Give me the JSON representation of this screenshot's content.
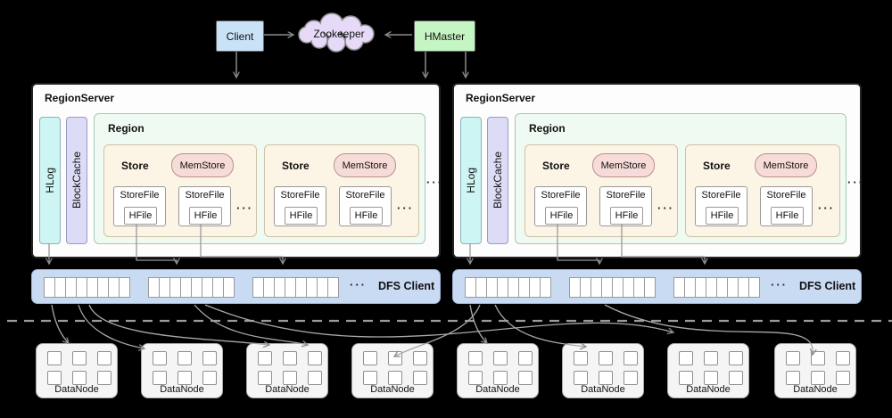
{
  "top": {
    "client": "Client",
    "zookeeper": "Zookeeper",
    "hmaster": "HMaster"
  },
  "region_servers": [
    {
      "title": "RegionServer",
      "hlog": "HLog",
      "blockcache": "BlockCache",
      "ellipsis": "···",
      "region": {
        "title": "Region",
        "stores": [
          {
            "label": "Store",
            "memstore": "MemStore",
            "ellipsis": "···",
            "storefiles": [
              {
                "label": "StoreFile",
                "hfile": "HFile"
              },
              {
                "label": "StoreFile",
                "hfile": "HFile"
              }
            ]
          },
          {
            "label": "Store",
            "memstore": "MemStore",
            "ellipsis": "···",
            "storefiles": [
              {
                "label": "StoreFile",
                "hfile": "HFile"
              },
              {
                "label": "StoreFile",
                "hfile": "HFile"
              }
            ]
          }
        ]
      }
    },
    {
      "title": "RegionServer",
      "hlog": "HLog",
      "blockcache": "BlockCache",
      "ellipsis": "···",
      "region": {
        "title": "Region",
        "stores": [
          {
            "label": "Store",
            "memstore": "MemStore",
            "ellipsis": "···",
            "storefiles": [
              {
                "label": "StoreFile",
                "hfile": "HFile"
              },
              {
                "label": "StoreFile",
                "hfile": "HFile"
              }
            ]
          },
          {
            "label": "Store",
            "memstore": "MemStore",
            "ellipsis": "···",
            "storefiles": [
              {
                "label": "StoreFile",
                "hfile": "HFile"
              },
              {
                "label": "StoreFile",
                "hfile": "HFile"
              }
            ]
          }
        ]
      }
    }
  ],
  "dfs": {
    "bars": [
      {
        "label": "DFS Client",
        "ellipsis": "···"
      },
      {
        "label": "DFS Client",
        "ellipsis": "···"
      }
    ],
    "cell_groups_per_bar": 3,
    "cells_per_group": 8
  },
  "datanodes": [
    {
      "label": "DataNode"
    },
    {
      "label": "DataNode"
    },
    {
      "label": "DataNode"
    },
    {
      "label": "DataNode"
    },
    {
      "label": "DataNode"
    },
    {
      "label": "DataNode"
    },
    {
      "label": "DataNode"
    },
    {
      "label": "DataNode"
    }
  ],
  "datanode_squares": {
    "rows": 2,
    "cols": 3
  },
  "colors": {
    "background": "#000000",
    "client_fill": "#c9e2f8",
    "zookeeper_fill": "#e7daf8",
    "hmaster_fill": "#c6f5c4",
    "hlog_fill": "#cdf5f3",
    "blockcache_fill": "#dcdcf7",
    "region_fill": "#eefaf2",
    "store_fill": "#fcf5e5",
    "memstore_fill": "#f6dbd9",
    "dfs_bar_fill": "#c9daf3",
    "datanode_fill": "#f5f5f5",
    "connector_gray": "#8a8a8a"
  }
}
